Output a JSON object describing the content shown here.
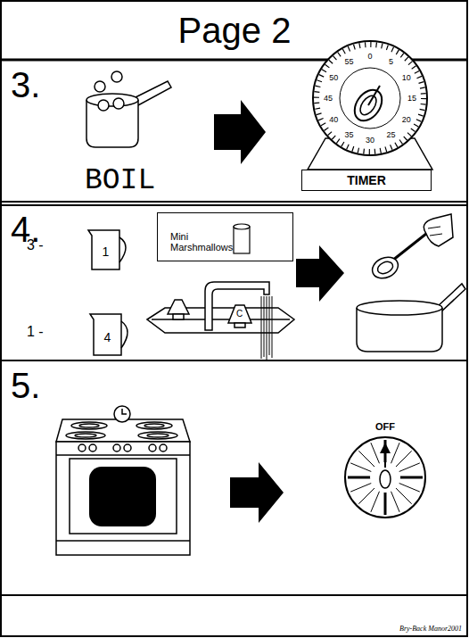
{
  "diagram": {
    "title": "Page 2",
    "nodes": [
      {
        "text": [
          "3."
        ]
      },
      {
        "text": [
          "TIMER"
        ],
        "in": 0
      },
      {
        "text": [
          "4."
        ]
      },
      {
        "text": [
          "1"
        ],
        "in": 2
      },
      {
        "text": [
          "Mini Marshmallows"
        ],
        "in": 2
      },
      {
        "text": [
          "4"
        ],
        "in": 2
      },
      {
        "text": [
          "5."
        ]
      },
      {
        "text": [
          "OFF"
        ],
        "in": 6
      }
    ],
    "labels": [
      "BOIL",
      "55",
      "0",
      "5",
      "10",
      "15",
      "20",
      "25",
      "30",
      "35",
      "40",
      "45",
      "50",
      "3 -",
      "1 -",
      "C",
      "Bry-Back Manor2001"
    ]
  }
}
